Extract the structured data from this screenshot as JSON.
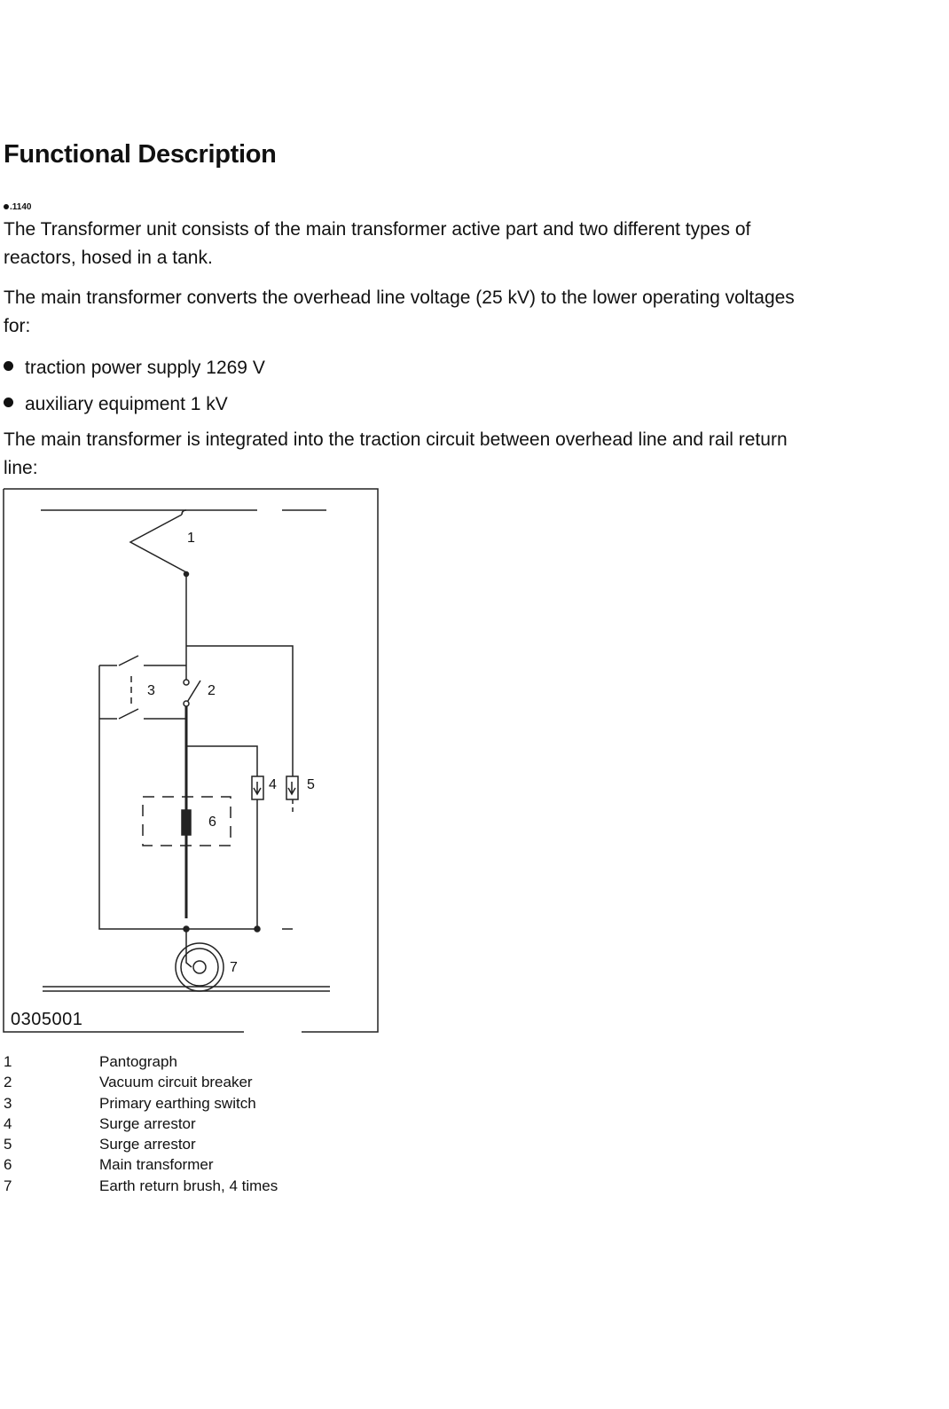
{
  "page": {
    "title": "Functional Description",
    "doc_ref": ".1140",
    "paragraphs": [
      "The Transformer unit consists of the main transformer active part and two different types of reactors, hosed in a tank.",
      "The main transformer converts the overhead line voltage (25 kV) to the lower operating voltages for:"
    ],
    "bullets": [
      "traction power supply 1269 V",
      "auxiliary equipment 1 kV"
    ],
    "paragraph_after": "The main transformer is integrated into the traction circuit between overhead line and rail return line:"
  },
  "figure": {
    "id": "0305001",
    "labels": {
      "l1": "1",
      "l2": "2",
      "l3": "3",
      "l4": "4",
      "l5": "5",
      "l6": "6",
      "l7": "7"
    }
  },
  "legend": [
    {
      "num": "1",
      "text": "Pantograph"
    },
    {
      "num": "2",
      "text": "Vacuum circuit breaker"
    },
    {
      "num": "3",
      "text": "Primary earthing switch"
    },
    {
      "num": "4",
      "text": "Surge arrestor"
    },
    {
      "num": "5",
      "text": "Surge arrestor"
    },
    {
      "num": "6",
      "text": "Main transformer"
    },
    {
      "num": "7",
      "text": "Earth return brush, 4 times"
    }
  ]
}
